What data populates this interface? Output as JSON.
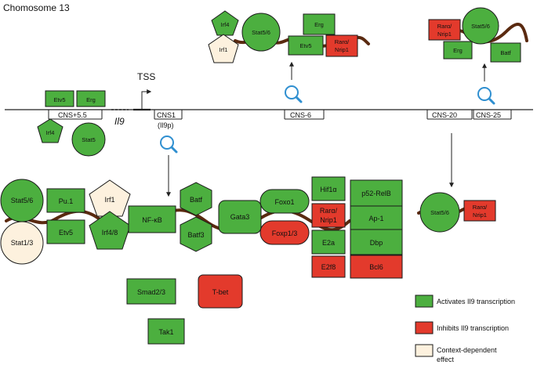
{
  "title": "Chomosome 13",
  "tss": "TSS",
  "gene": "Il9",
  "regions": {
    "cns55": "CNS+5.5",
    "cns1_a": "CNS1",
    "cns1_b": "(Il9p)",
    "cns6": "CNS-6",
    "cns20": "CNS-20",
    "cns25": "CNS-25"
  },
  "factors": {
    "etv5_top": "Etv5",
    "erg_top": "Erg",
    "irf4_top": "Irf4",
    "stat5_top": "Stat5",
    "cns6_irf4": "Irf4",
    "cns6_irf1": "Irf1",
    "cns6_stat56": "Stat5/6",
    "cns6_erg": "Erg",
    "cns6_etv5": "Etv5",
    "cns6_rara_1": "Rarα/",
    "cns6_rara_2": "Nrip1",
    "cns25_rara_1": "Rarα/",
    "cns25_rara_2": "Nrip1",
    "cns25_stat56": "Stat5/6",
    "cns25_erg": "Erg",
    "cns25_batf": "Batf",
    "b_stat56": "Stat5/6",
    "b_stat13": "Stat1/3",
    "b_pu1": "Pu.1",
    "b_etv5": "Etv5",
    "b_irf1": "Irf1",
    "b_irf48": "Irf4/8",
    "b_nfkb": "NF-κB",
    "b_batf": "Batf",
    "b_batf3": "Batf3",
    "b_gata3": "Gata3",
    "b_foxo1": "Foxo1",
    "b_foxp13": "Foxp1/3",
    "b_hif1a": "Hif1α",
    "b_rara_1": "Rarα/",
    "b_rara_2": "Nrip1",
    "b_e2a": "E2a",
    "b_e2f8": "E2f8",
    "b_p52": "p52-RelB",
    "b_ap1": "Ap-1",
    "b_dbp": "Dbp",
    "b_bcl6": "Bcl6",
    "b_smad": "Smad2/3",
    "b_tbet": "T-bet",
    "b_tak1": "Tak1",
    "cns20_stat56": "Stat5/6",
    "cns20_rara_1": "Rarα/",
    "cns20_rara_2": "Nrip1"
  },
  "legend": {
    "activates": "Activates Il9 transcription",
    "inhibits": "Inhibits Il9 transcription",
    "context_1": "Context-dependent",
    "context_2": "effect"
  },
  "colors": {
    "activates": "#4caf3f",
    "inhibits": "#e33a2c",
    "context": "#fdf1de",
    "dna": "#5a2a10",
    "magnifier": "#2f8fd0"
  },
  "icons": [
    "magnifier-icon",
    "arrow-down-icon",
    "arrow-up-icon",
    "tss-arrow-icon"
  ]
}
